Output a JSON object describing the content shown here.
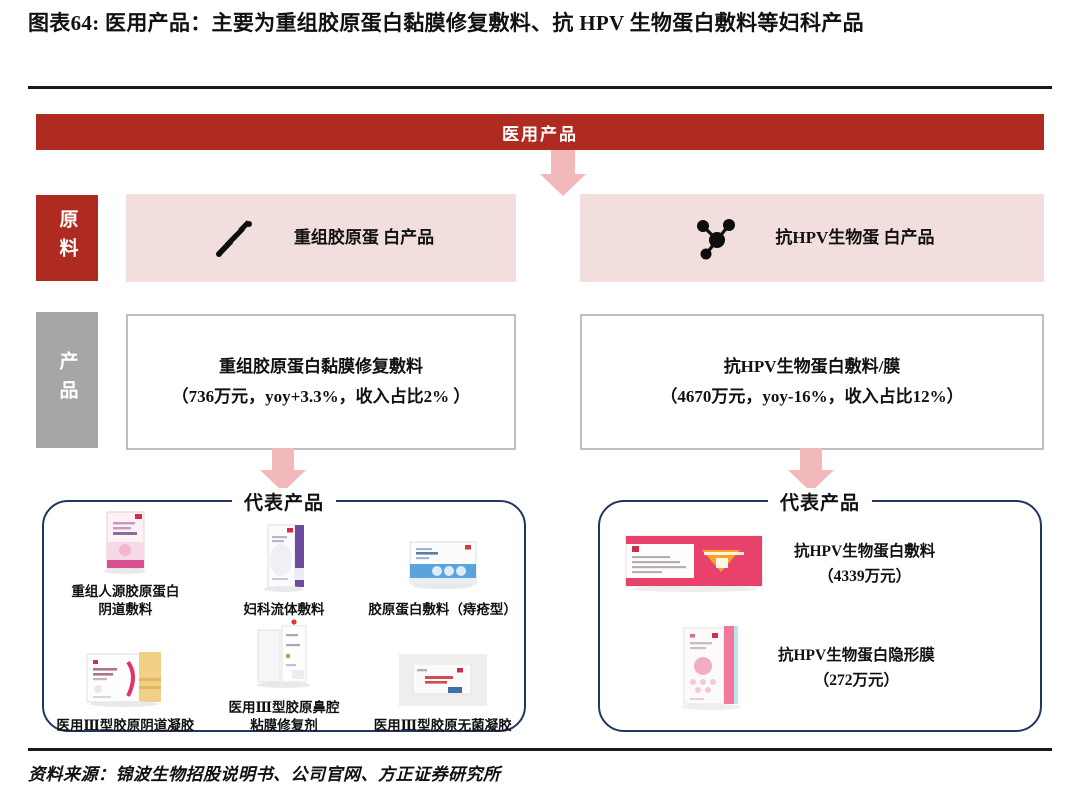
{
  "title": "图表64: 医用产品：主要为重组胶原蛋白黏膜修复敷料、抗 HPV 生物蛋白敷料等妇科产品",
  "banner": {
    "label": "医用产品"
  },
  "row_labels": {
    "raw": "原料",
    "product": "产品"
  },
  "raw_materials": [
    {
      "icon": "dna-helix-icon",
      "label": "重组胶原蛋\n白产品"
    },
    {
      "icon": "molecule-icon",
      "label": "抗HPV生物蛋\n白产品"
    }
  ],
  "products": [
    {
      "name": "重组胶原蛋白黏膜修复敷料",
      "metrics": "（736万元，yoy+3.3%，收入占比2% ）"
    },
    {
      "name": "抗HPV生物蛋白敷料/膜",
      "metrics": "（4670万元，yoy-16%，收入占比12%）"
    }
  ],
  "representative": {
    "heading_left": "代表产品",
    "heading_right": "代表产品",
    "left_items": [
      {
        "caption": "重组人源胶原蛋白\n阴道敷料"
      },
      {
        "caption": "妇科流体敷料"
      },
      {
        "caption": "胶原蛋白敷料（痔疮型）"
      },
      {
        "caption": "医用Ⅲ型胶原阴道凝胶"
      },
      {
        "caption": "医用Ⅲ型胶原鼻腔\n粘膜修复剂"
      },
      {
        "caption": "医用Ⅲ型胶原无菌凝胶"
      }
    ],
    "right_items": [
      {
        "caption": "抗HPV生物蛋白敷料\n（4339万元）"
      },
      {
        "caption": "抗HPV生物蛋白隐形膜\n（272万元）"
      }
    ]
  },
  "footer": {
    "source": "资料来源：锦波生物招股说明书、公司官网、方正证券研究所"
  },
  "colors": {
    "brand_red": "#AF2B21",
    "pink_fill": "#F2DFDD",
    "arrow_pink": "#F1B9B9",
    "gray_label": "#A6A6A6",
    "box_border": "#BFBFBF",
    "navy_border": "#22375F"
  }
}
